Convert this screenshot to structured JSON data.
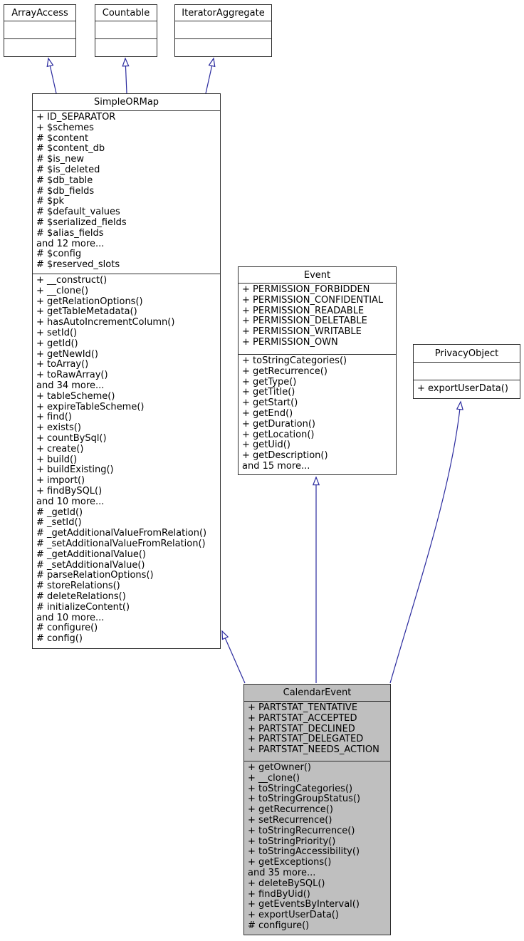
{
  "colors": {
    "arrow": "#2a2a9e",
    "highlight_fill": "#bfbfbf",
    "box_border": "#2e2e2e"
  },
  "classes": {
    "arrayaccess": {
      "title": "ArrayAccess",
      "attributes": [],
      "methods": []
    },
    "countable": {
      "title": "Countable",
      "attributes": [],
      "methods": []
    },
    "iteratoraggregate": {
      "title": "IteratorAggregate",
      "attributes": [],
      "methods": []
    },
    "simpleormap": {
      "title": "SimpleORMap",
      "attributes": [
        "+ ID_SEPARATOR",
        "+ $schemes",
        "# $content",
        "# $content_db",
        "# $is_new",
        "# $is_deleted",
        "# $db_table",
        "# $db_fields",
        "# $pk",
        "# $default_values",
        "# $serialized_fields",
        "# $alias_fields",
        "and 12 more...",
        "# $config",
        "# $reserved_slots"
      ],
      "methods": [
        "+ __construct()",
        "+ __clone()",
        "+ getRelationOptions()",
        "+ getTableMetadata()",
        "+ hasAutoIncrementColumn()",
        "+ setId()",
        "+ getId()",
        "+ getNewId()",
        "+ toArray()",
        "+ toRawArray()",
        "and 34 more...",
        "+ tableScheme()",
        "+ expireTableScheme()",
        "+ find()",
        "+ exists()",
        "+ countBySql()",
        "+ create()",
        "+ build()",
        "+ buildExisting()",
        "+ import()",
        "+ findBySQL()",
        "and 10 more...",
        "# _getId()",
        "# _setId()",
        "# _getAdditionalValueFromRelation()",
        "# _setAdditionalValueFromRelation()",
        "# _getAdditionalValue()",
        "# _setAdditionalValue()",
        "# parseRelationOptions()",
        "# storeRelations()",
        "# deleteRelations()",
        "# initializeContent()",
        "and 10 more...",
        "# configure()",
        "# config()"
      ]
    },
    "event": {
      "title": "Event",
      "attributes": [
        "+ PERMISSION_FORBIDDEN",
        "+ PERMISSION_CONFIDENTIAL",
        "+ PERMISSION_READABLE",
        "+ PERMISSION_DELETABLE",
        "+ PERMISSION_WRITABLE",
        "+ PERMISSION_OWN"
      ],
      "methods": [
        "+ toStringCategories()",
        "+ getRecurrence()",
        "+ getType()",
        "+ getTitle()",
        "+ getStart()",
        "+ getEnd()",
        "+ getDuration()",
        "+ getLocation()",
        "+ getUid()",
        "+ getDescription()",
        "and 15 more..."
      ]
    },
    "privacyobject": {
      "title": "PrivacyObject",
      "attributes": [],
      "methods": [
        "+ exportUserData()"
      ]
    },
    "calendarevent": {
      "title": "CalendarEvent",
      "attributes": [
        "+ PARTSTAT_TENTATIVE",
        "+ PARTSTAT_ACCEPTED",
        "+ PARTSTAT_DECLINED",
        "+ PARTSTAT_DELEGATED",
        "+ PARTSTAT_NEEDS_ACTION"
      ],
      "methods": [
        "+ getOwner()",
        "+ __clone()",
        "+ toStringCategories()",
        "+ toStringGroupStatus()",
        "+ getRecurrence()",
        "+ setRecurrence()",
        "+ toStringRecurrence()",
        "+ toStringPriority()",
        "+ toStringAccessibility()",
        "+ getExceptions()",
        "and 35 more...",
        "+ deleteBySQL()",
        "+ findByUid()",
        "+ getEventsByInterval()",
        "+ exportUserData()",
        "# configure()"
      ]
    }
  },
  "relations": [
    {
      "from": "SimpleORMap",
      "to": "ArrayAccess",
      "type": "inheritance"
    },
    {
      "from": "SimpleORMap",
      "to": "Countable",
      "type": "inheritance"
    },
    {
      "from": "SimpleORMap",
      "to": "IteratorAggregate",
      "type": "inheritance"
    },
    {
      "from": "CalendarEvent",
      "to": "SimpleORMap",
      "type": "inheritance"
    },
    {
      "from": "CalendarEvent",
      "to": "Event",
      "type": "inheritance"
    },
    {
      "from": "CalendarEvent",
      "to": "PrivacyObject",
      "type": "inheritance"
    }
  ]
}
